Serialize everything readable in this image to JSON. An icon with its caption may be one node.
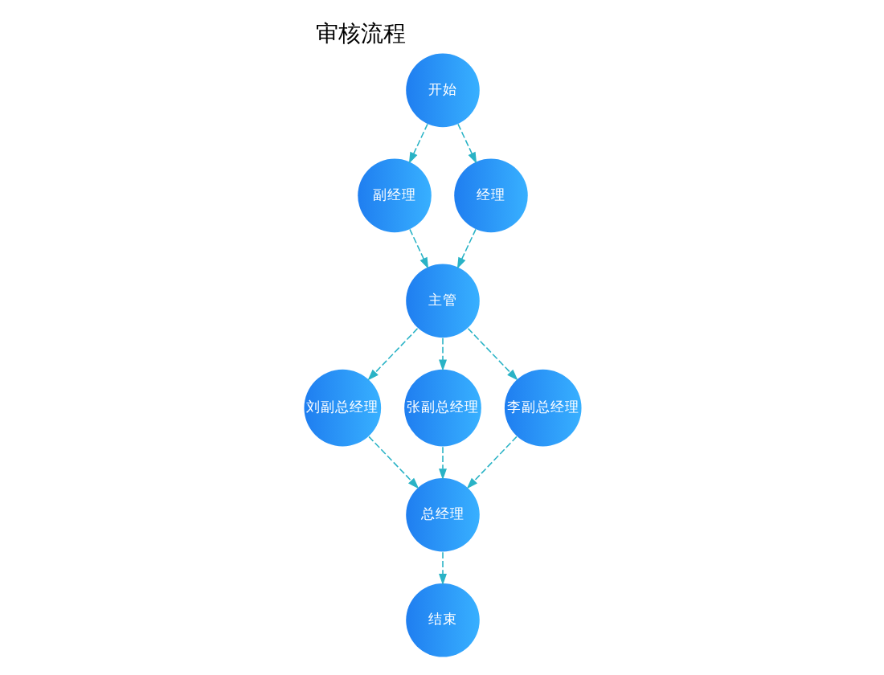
{
  "diagram": {
    "title": "审核流程",
    "nodes": [
      {
        "text": [
          "开始"
        ]
      },
      {
        "text": [
          "副经理"
        ]
      },
      {
        "text": [
          "经理"
        ]
      },
      {
        "text": [
          "主管"
        ]
      },
      {
        "text": [
          "刘副总经理"
        ]
      },
      {
        "text": [
          "张副总经理"
        ]
      },
      {
        "text": [
          "李副总经理"
        ]
      },
      {
        "text": [
          "总经理"
        ]
      },
      {
        "text": [
          "结束"
        ]
      }
    ],
    "edges": [
      {
        "from": 0,
        "to": 1,
        "arrow": "to",
        "style": "dashed"
      },
      {
        "from": 0,
        "to": 2,
        "arrow": "to",
        "style": "dashed"
      },
      {
        "from": 1,
        "to": 3,
        "arrow": "to",
        "style": "dashed"
      },
      {
        "from": 2,
        "to": 3,
        "arrow": "to",
        "style": "dashed"
      },
      {
        "from": 3,
        "to": 4,
        "arrow": "to",
        "style": "dashed"
      },
      {
        "from": 3,
        "to": 5,
        "arrow": "to",
        "style": "dashed"
      },
      {
        "from": 3,
        "to": 6,
        "arrow": "to",
        "style": "dashed"
      },
      {
        "from": 4,
        "to": 7,
        "arrow": "to",
        "style": "dashed"
      },
      {
        "from": 5,
        "to": 7,
        "arrow": "to",
        "style": "dashed"
      },
      {
        "from": 6,
        "to": 7,
        "arrow": "to",
        "style": "dashed"
      },
      {
        "from": 7,
        "to": 8,
        "arrow": "to",
        "style": "dashed"
      }
    ]
  }
}
